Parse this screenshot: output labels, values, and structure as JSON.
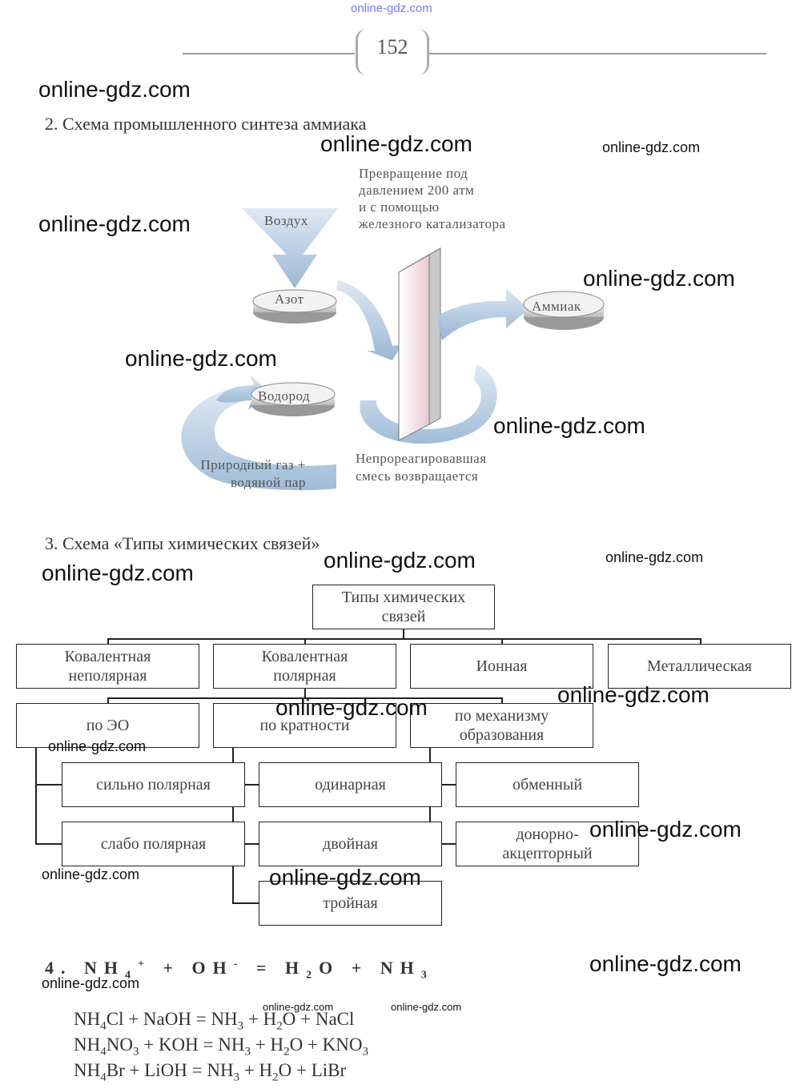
{
  "watermark": "online-gdz.com",
  "page_number": "152",
  "section2": {
    "heading": "2.  Схема промышленного синтеза аммиака",
    "note_line1": "Превращение под",
    "note_line2": "давлением 200 атм",
    "note_line3": "и с помощью",
    "note_line4": "железного катализатора",
    "air": "Воздух",
    "nitrogen": "Азот",
    "hydrogen": "Водород",
    "ammonia": "Аммиак",
    "gas_line1": "Природный газ +",
    "gas_line2": "водяной пар",
    "return_line1": "Непрореагировавшая",
    "return_line2": "смесь возвращается"
  },
  "section3": {
    "heading": "3.  Схема «Типы химических связей»",
    "root": "Типы химических\nсвязей",
    "types": [
      "Ковалентная\nнеполярная",
      "Ковалентная\nполярная",
      "Ионная",
      "Металлическая"
    ],
    "criteria": [
      "по ЭО",
      "по кратности",
      "по механизму\nобразования"
    ],
    "by_eo": [
      "сильно полярная",
      "слабо полярная"
    ],
    "by_multiplicity": [
      "одинарная",
      "двойная",
      "тройная"
    ],
    "by_mechanism": [
      "обменный",
      "донорно-\nакцепторный"
    ]
  },
  "section4": {
    "main_eq_lead": "4. NH",
    "main_eq_sub4": "4",
    "main_eq_plus_sup": "+",
    "main_eq_mid": " +  OH",
    "main_eq_minus_sup": "-",
    "main_eq_eq": " = H",
    "main_eq_sub2": "2",
    "main_eq_o": "O  +  NH",
    "main_eq_sub3": "3",
    "equations": [
      {
        "a": "NH",
        "a_sub": "4",
        "b": "Cl + NaOH = NH",
        "b_sub": "3",
        "c": " + H",
        "c_sub": "2",
        "d": "O + NaCl"
      },
      {
        "a": "NH",
        "a_sub": "4",
        "b": "NO",
        "b_sub": "3",
        "c": " + KOH = NH",
        "c_sub": "3",
        "d": " + H",
        "d_sub": "2",
        "e": "O + KNO",
        "e_sub": "3"
      },
      {
        "a": "NH",
        "a_sub": "4",
        "b": "Br + LiOH = NH",
        "b_sub": "3",
        "c": " + H",
        "c_sub": "2",
        "d": "O + LiBr"
      }
    ]
  }
}
